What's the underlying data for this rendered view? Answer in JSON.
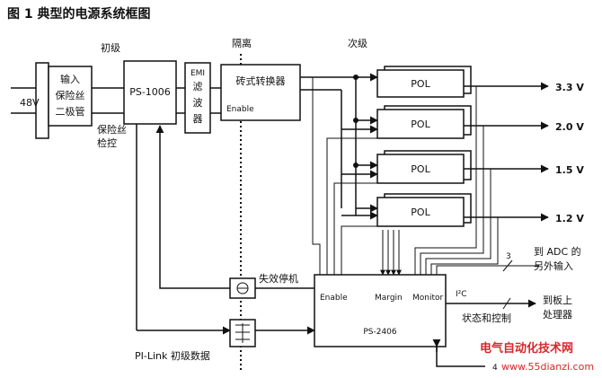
{
  "title": "图 1    典型的电源系统框图",
  "stage_labels": {
    "primary": "初级",
    "isolation": "隔离",
    "secondary": "次级"
  },
  "input_voltage": "48V",
  "blocks": {
    "input_fuse": [
      "输入",
      "保险丝",
      "二极管"
    ],
    "ps1006": "PS-1006",
    "emi": [
      "EMI",
      "滤",
      "波",
      "器"
    ],
    "brick": "砖式转换器",
    "brick_enable": "Enable",
    "pol": [
      "POL",
      "POL",
      "POL",
      "POL"
    ],
    "ps2406": "PS-2406",
    "ps2406_pins": [
      "Enable",
      "Margin",
      "Monitor"
    ]
  },
  "outputs": [
    "3.3 V",
    "2.0 V",
    "1.5 V",
    "1.2 V"
  ],
  "labels": {
    "fuse_check": [
      "保险丝",
      "检控"
    ],
    "fault_stop": "失效停机",
    "pilink": "PI-Link 初级数据",
    "adc": [
      "到 ADC 的",
      "另外输入"
    ],
    "adc_count": "3",
    "i2c": "I²C",
    "status_ctrl": "状态和控制",
    "to_board": [
      "到板上",
      "处理器"
    ],
    "bus_count": "4"
  },
  "watermark": {
    "name": "电气自动化技术网",
    "url": "www.55dianzi.com"
  }
}
